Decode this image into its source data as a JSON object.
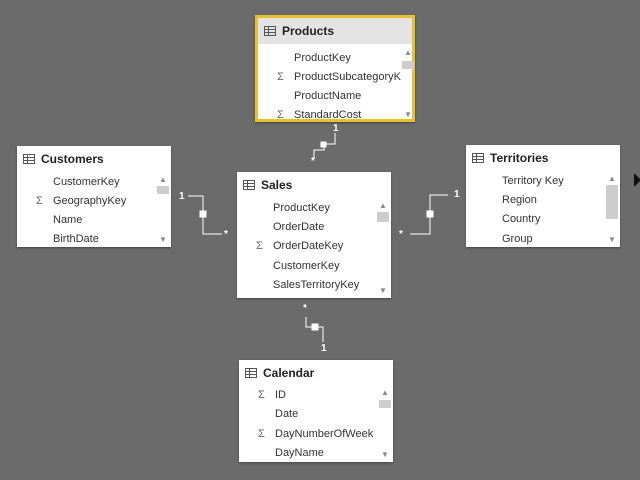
{
  "colors": {
    "canvas": "#6b6b6b",
    "card": "#ffffff",
    "selected_border": "#e8c12f",
    "relationship_line": "#ffffff"
  },
  "icons": {
    "table": "table-icon",
    "sigma": "Σ"
  },
  "tables": {
    "products": {
      "title": "Products",
      "selected": true,
      "fields": [
        {
          "name": "ProductKey",
          "sigma": ""
        },
        {
          "name": "ProductSubcategoryK",
          "sigma": "Σ"
        },
        {
          "name": "ProductName",
          "sigma": ""
        },
        {
          "name": "StandardCost",
          "sigma": "Σ"
        }
      ]
    },
    "customers": {
      "title": "Customers",
      "fields": [
        {
          "name": "CustomerKey",
          "sigma": ""
        },
        {
          "name": "GeographyKey",
          "sigma": "Σ"
        },
        {
          "name": "Name",
          "sigma": ""
        },
        {
          "name": "BirthDate",
          "sigma": ""
        }
      ]
    },
    "sales": {
      "title": "Sales",
      "fields": [
        {
          "name": "ProductKey",
          "sigma": ""
        },
        {
          "name": "OrderDate",
          "sigma": ""
        },
        {
          "name": "OrderDateKey",
          "sigma": "Σ"
        },
        {
          "name": "CustomerKey",
          "sigma": ""
        },
        {
          "name": "SalesTerritoryKey",
          "sigma": ""
        }
      ]
    },
    "territories": {
      "title": "Territories",
      "fields": [
        {
          "name": "Territory Key",
          "sigma": ""
        },
        {
          "name": "Region",
          "sigma": ""
        },
        {
          "name": "Country",
          "sigma": ""
        },
        {
          "name": "Group",
          "sigma": ""
        }
      ]
    },
    "calendar": {
      "title": "Calendar",
      "fields": [
        {
          "name": "ID",
          "sigma": "Σ"
        },
        {
          "name": "Date",
          "sigma": ""
        },
        {
          "name": "DayNumberOfWeek",
          "sigma": "Σ"
        },
        {
          "name": "DayName",
          "sigma": ""
        }
      ]
    }
  },
  "relationships": {
    "products_sales": {
      "one": "1",
      "many": "*"
    },
    "customers_sales": {
      "one": "1",
      "many": "*"
    },
    "territories_sales": {
      "one": "1",
      "many": "*"
    },
    "calendar_sales": {
      "one": "1",
      "many": "*"
    }
  }
}
